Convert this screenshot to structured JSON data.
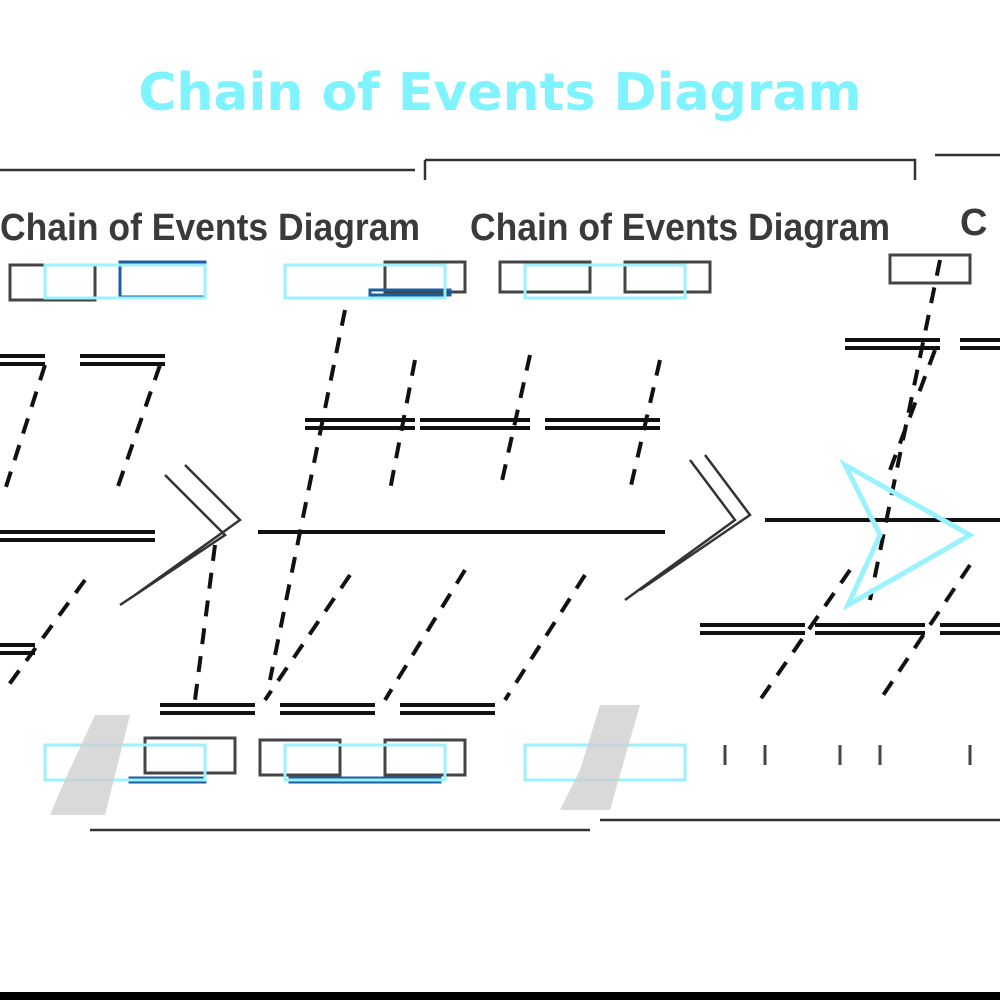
{
  "diagram": {
    "title": "Chain of Events Diagram",
    "panel_titles": [
      "Chain of Events Diagram",
      "Chain of Events Diagram",
      "C"
    ],
    "colors": {
      "title_overlay": "#7ff3ff",
      "lines": "#111111",
      "box_accent": "#1b5fa0"
    }
  }
}
